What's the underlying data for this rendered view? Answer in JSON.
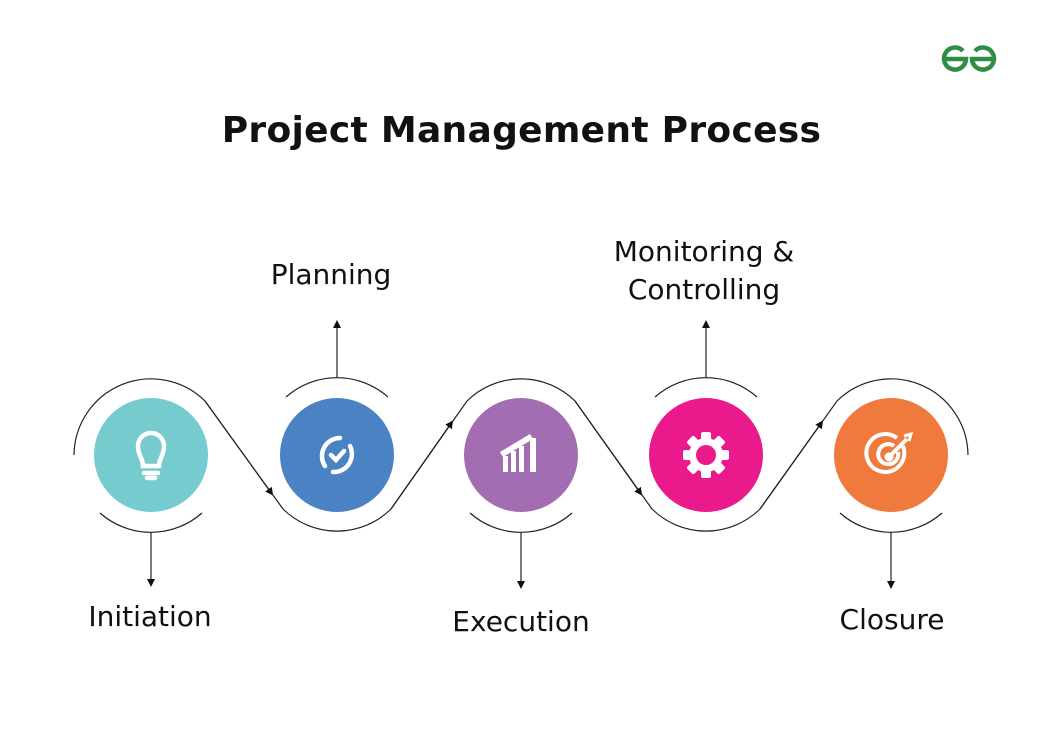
{
  "title": "Project Management Process",
  "logo": {
    "text": "GfG",
    "color": "#2f8d46"
  },
  "steps": [
    {
      "label": "Initiation",
      "icon": "lightbulb-icon",
      "color": "#76cbcf"
    },
    {
      "label": "Planning",
      "icon": "check-cycle-icon",
      "color": "#4a82c3"
    },
    {
      "label": "Execution",
      "icon": "bar-chart-icon",
      "color": "#a36eb1"
    },
    {
      "label": "Monitoring &",
      "label2": "Controlling",
      "icon": "gear-icon",
      "color": "#ea1a8c"
    },
    {
      "label": "Closure",
      "icon": "target-icon",
      "color": "#f07a3e"
    }
  ]
}
